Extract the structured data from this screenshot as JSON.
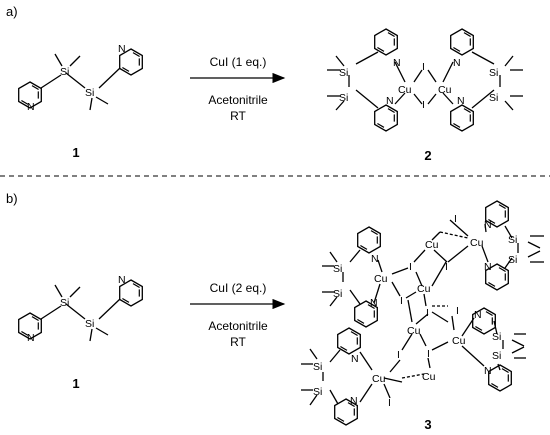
{
  "panels": [
    {
      "label": "a)",
      "reagent": "CuI (1 eq.)",
      "solvent": "Acetonitrile",
      "temperature": "RT",
      "reactant_number": "1",
      "product_number": "2"
    },
    {
      "label": "b)",
      "reagent": "CuI (2 eq.)",
      "solvent": "Acetonitrile",
      "temperature": "RT",
      "reactant_number": "1",
      "product_number": "3"
    }
  ],
  "atoms": {
    "si": "Si",
    "n": "N",
    "cu": "Cu",
    "i": "I"
  }
}
